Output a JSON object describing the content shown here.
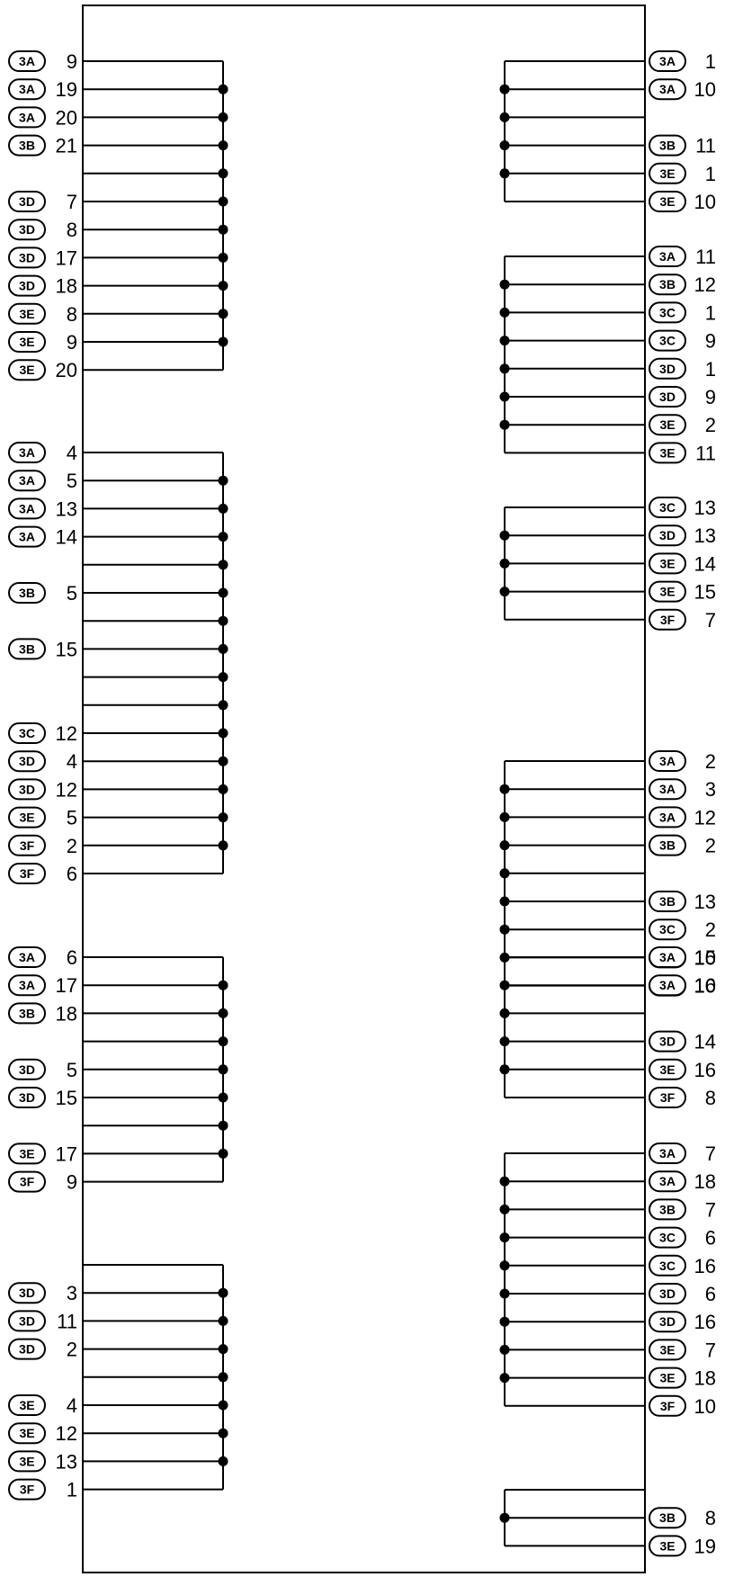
{
  "diagram": {
    "left_groups": [
      {
        "wires": [
          {
            "conn": "3A",
            "pin": "9"
          },
          {
            "conn": "3A",
            "pin": "19"
          },
          {
            "conn": "3A",
            "pin": "20"
          },
          {
            "conn": "3B",
            "pin": "21"
          },
          {
            "conn": "",
            "pin": ""
          },
          {
            "conn": "3D",
            "pin": "7"
          },
          {
            "conn": "3D",
            "pin": "8"
          },
          {
            "conn": "3D",
            "pin": "17"
          },
          {
            "conn": "3D",
            "pin": "18"
          },
          {
            "conn": "3E",
            "pin": "8"
          },
          {
            "conn": "3E",
            "pin": "9"
          },
          {
            "conn": "3E",
            "pin": "20"
          }
        ]
      },
      {
        "wires": [
          {
            "conn": "3A",
            "pin": "4"
          },
          {
            "conn": "3A",
            "pin": "5"
          },
          {
            "conn": "3A",
            "pin": "13"
          },
          {
            "conn": "3A",
            "pin": "14"
          },
          {
            "conn": "",
            "pin": ""
          },
          {
            "conn": "3B",
            "pin": "5"
          },
          {
            "conn": "",
            "pin": ""
          },
          {
            "conn": "3B",
            "pin": "15"
          },
          {
            "conn": "",
            "pin": ""
          },
          {
            "conn": "",
            "pin": ""
          },
          {
            "conn": "3C",
            "pin": "12"
          },
          {
            "conn": "3D",
            "pin": "4"
          },
          {
            "conn": "3D",
            "pin": "12"
          },
          {
            "conn": "3E",
            "pin": "5"
          },
          {
            "conn": "3F",
            "pin": "2"
          },
          {
            "conn": "3F",
            "pin": "6"
          }
        ]
      },
      {
        "wires": [
          {
            "conn": "3A",
            "pin": "6"
          },
          {
            "conn": "3A",
            "pin": "17"
          },
          {
            "conn": "3B",
            "pin": "18"
          },
          {
            "conn": "",
            "pin": ""
          },
          {
            "conn": "3D",
            "pin": "5"
          },
          {
            "conn": "3D",
            "pin": "15"
          },
          {
            "conn": "",
            "pin": ""
          },
          {
            "conn": "3E",
            "pin": "17"
          },
          {
            "conn": "3F",
            "pin": "9"
          }
        ]
      },
      {
        "wires": [
          {
            "conn": "",
            "pin": ""
          },
          {
            "conn": "3D",
            "pin": "3"
          },
          {
            "conn": "3D",
            "pin": "11"
          },
          {
            "conn": "3D",
            "pin": "2"
          },
          {
            "conn": "",
            "pin": ""
          },
          {
            "conn": "3E",
            "pin": "4"
          },
          {
            "conn": "3E",
            "pin": "12"
          },
          {
            "conn": "3E",
            "pin": "13"
          },
          {
            "conn": "3F",
            "pin": "1"
          }
        ]
      }
    ],
    "right_groups": [
      {
        "wires": [
          {
            "conn": "3A",
            "pin": "1"
          },
          {
            "conn": "3A",
            "pin": "10"
          },
          {
            "conn": "",
            "pin": ""
          },
          {
            "conn": "3B",
            "pin": "11"
          },
          {
            "conn": "3E",
            "pin": "1"
          },
          {
            "conn": "3E",
            "pin": "10"
          }
        ]
      },
      {
        "wires": [
          {
            "conn": "3A",
            "pin": "11"
          },
          {
            "conn": "3B",
            "pin": "12"
          },
          {
            "conn": "3C",
            "pin": "1"
          },
          {
            "conn": "3C",
            "pin": "9"
          },
          {
            "conn": "3D",
            "pin": "1"
          },
          {
            "conn": "3D",
            "pin": "9"
          },
          {
            "conn": "3E",
            "pin": "2"
          },
          {
            "conn": "3E",
            "pin": "11"
          }
        ]
      },
      {
        "wires": [
          {
            "conn": "3C",
            "pin": "13"
          },
          {
            "conn": "3D",
            "pin": "13"
          },
          {
            "conn": "3E",
            "pin": "14"
          },
          {
            "conn": "3E",
            "pin": "15"
          },
          {
            "conn": "3F",
            "pin": "7"
          }
        ]
      },
      {
        "wires": [
          {
            "conn": "3A",
            "pin": "2"
          },
          {
            "conn": "3A",
            "pin": "3"
          },
          {
            "conn": "3A",
            "pin": "12"
          },
          {
            "conn": "3B",
            "pin": "2"
          },
          {
            "conn": "",
            "pin": ""
          },
          {
            "conn": "3B",
            "pin": "13"
          },
          {
            "conn": "3C",
            "pin": "2"
          },
          {
            "conn": "3C",
            "pin": "10"
          },
          {
            "conn": "3D",
            "pin": "10"
          }
        ]
      },
      {
        "wires": [
          {
            "conn": "3A",
            "pin": "15"
          },
          {
            "conn": "3A",
            "pin": "16"
          },
          {
            "conn": "",
            "pin": ""
          },
          {
            "conn": "3D",
            "pin": "14"
          },
          {
            "conn": "3E",
            "pin": "16"
          },
          {
            "conn": "3F",
            "pin": "8"
          }
        ]
      },
      {
        "wires": [
          {
            "conn": "3A",
            "pin": "7"
          },
          {
            "conn": "3A",
            "pin": "18"
          },
          {
            "conn": "3B",
            "pin": "7"
          },
          {
            "conn": "3C",
            "pin": "6"
          },
          {
            "conn": "3C",
            "pin": "16"
          },
          {
            "conn": "3D",
            "pin": "6"
          },
          {
            "conn": "3D",
            "pin": "16"
          },
          {
            "conn": "3E",
            "pin": "7"
          },
          {
            "conn": "3E",
            "pin": "18"
          },
          {
            "conn": "3F",
            "pin": "10"
          }
        ]
      },
      {
        "wires": [
          {
            "conn": "",
            "pin": ""
          },
          {
            "conn": "3B",
            "pin": "8"
          },
          {
            "conn": "3E",
            "pin": "19"
          }
        ]
      }
    ]
  }
}
